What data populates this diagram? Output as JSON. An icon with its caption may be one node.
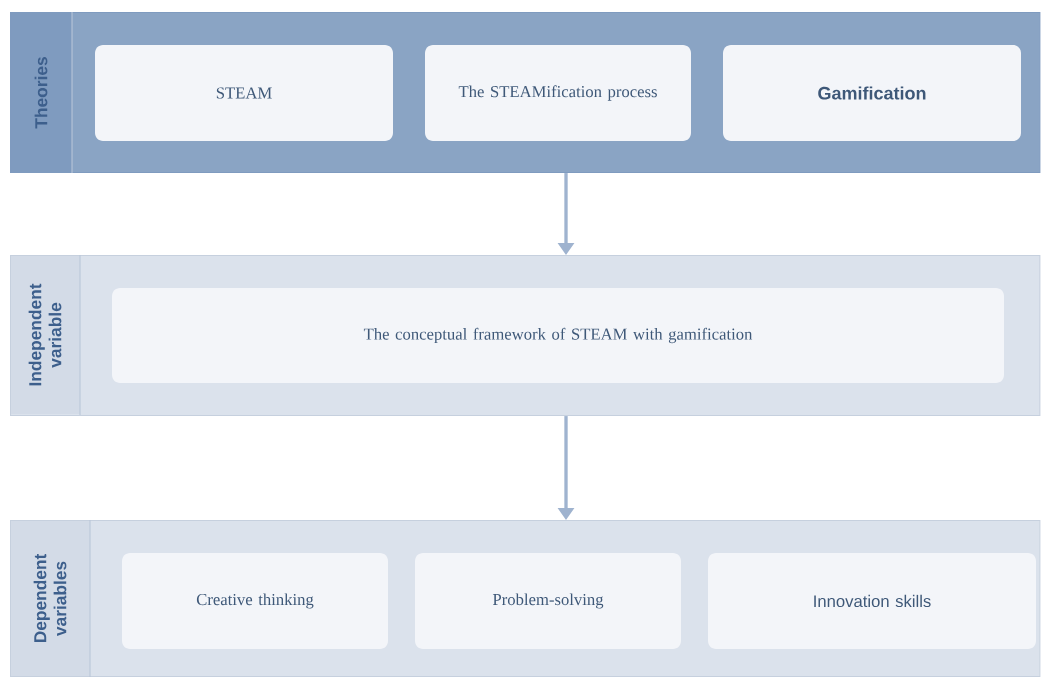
{
  "diagram": {
    "nodes": [
      {
        "text": [
          "Theories"
        ]
      },
      {
        "text": [
          "STEAM"
        ],
        "in": 0
      },
      {
        "text": [
          "The STEAMification process"
        ],
        "in": 0
      },
      {
        "text": [
          "Gamification"
        ],
        "in": 0
      },
      {
        "text": [
          "Independent variable"
        ]
      },
      {
        "text": [
          "The conceptual framework of STEAM with gamification"
        ],
        "in": 4
      },
      {
        "text": [
          "Dependent variables"
        ]
      },
      {
        "text": [
          "Creative thinking"
        ],
        "in": 6
      },
      {
        "text": [
          "Problem-solving"
        ],
        "in": 6
      },
      {
        "text": [
          "Innovation skills"
        ],
        "in": 6
      }
    ],
    "edges": [
      {
        "from": 0,
        "to": 4,
        "arrow": "to"
      },
      {
        "from": 4,
        "to": 6,
        "arrow": "to"
      }
    ]
  }
}
